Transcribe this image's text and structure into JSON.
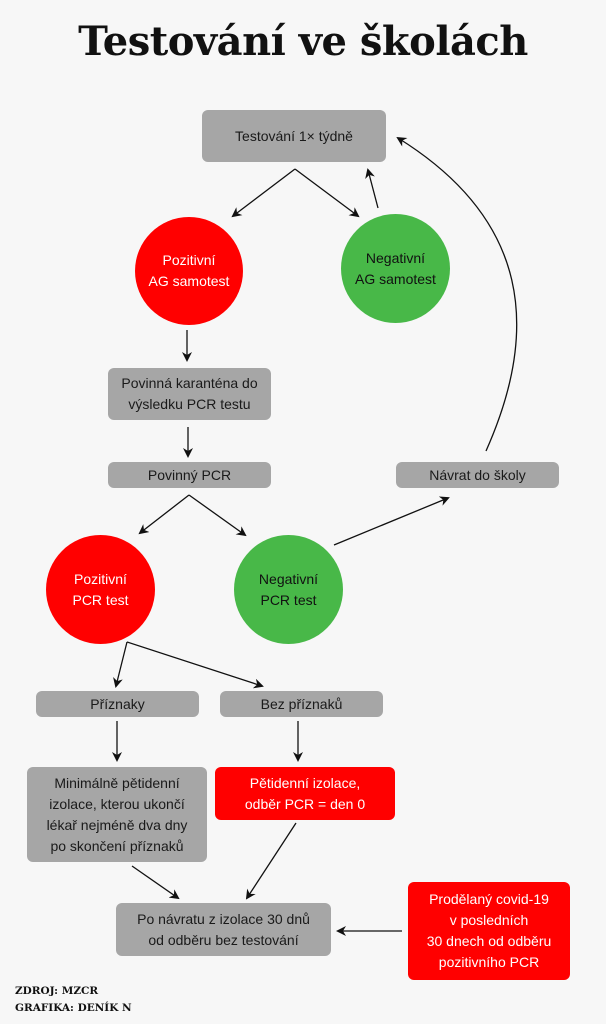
{
  "title": "Testování ve školách",
  "colors": {
    "background": "#f7f7f7",
    "gray_box": "#a6a6a6",
    "red": "#ff0000",
    "green": "#48b848"
  },
  "nodes": {
    "weekly_testing": "Testování 1× týdně",
    "positive_ag": "Pozitivní\nAG samotest",
    "negative_ag": "Negativní\nAG samotest",
    "quarantine": "Povinná karanténa do\nvýsledku PCR testu",
    "mandatory_pcr": "Povinný PCR",
    "return_school": "Návrat do školy",
    "positive_pcr": "Pozitivní\nPCR test",
    "negative_pcr": "Negativní\nPCR test",
    "symptoms": "Příznaky",
    "no_symptoms": "Bez příznaků",
    "isolation_symptoms": "Minimálně pětidenní\nizolace, kterou ukončí\nlékař nejméně dva dny\npo skončení příznaků",
    "isolation_no_symptoms": "Pětidenní izolace,\nodběr PCR = den 0",
    "after_isolation": "Po návratu z izolace 30 dnů\nod odběru bez testování",
    "recent_covid": "Prodělaný covid-19\nv posledních\n30 dnech od odběru\npozitivního PCR"
  },
  "credits": {
    "source": "ZDROJ: MZCR",
    "graphics": "GRAFIKA: DENÍK N"
  }
}
